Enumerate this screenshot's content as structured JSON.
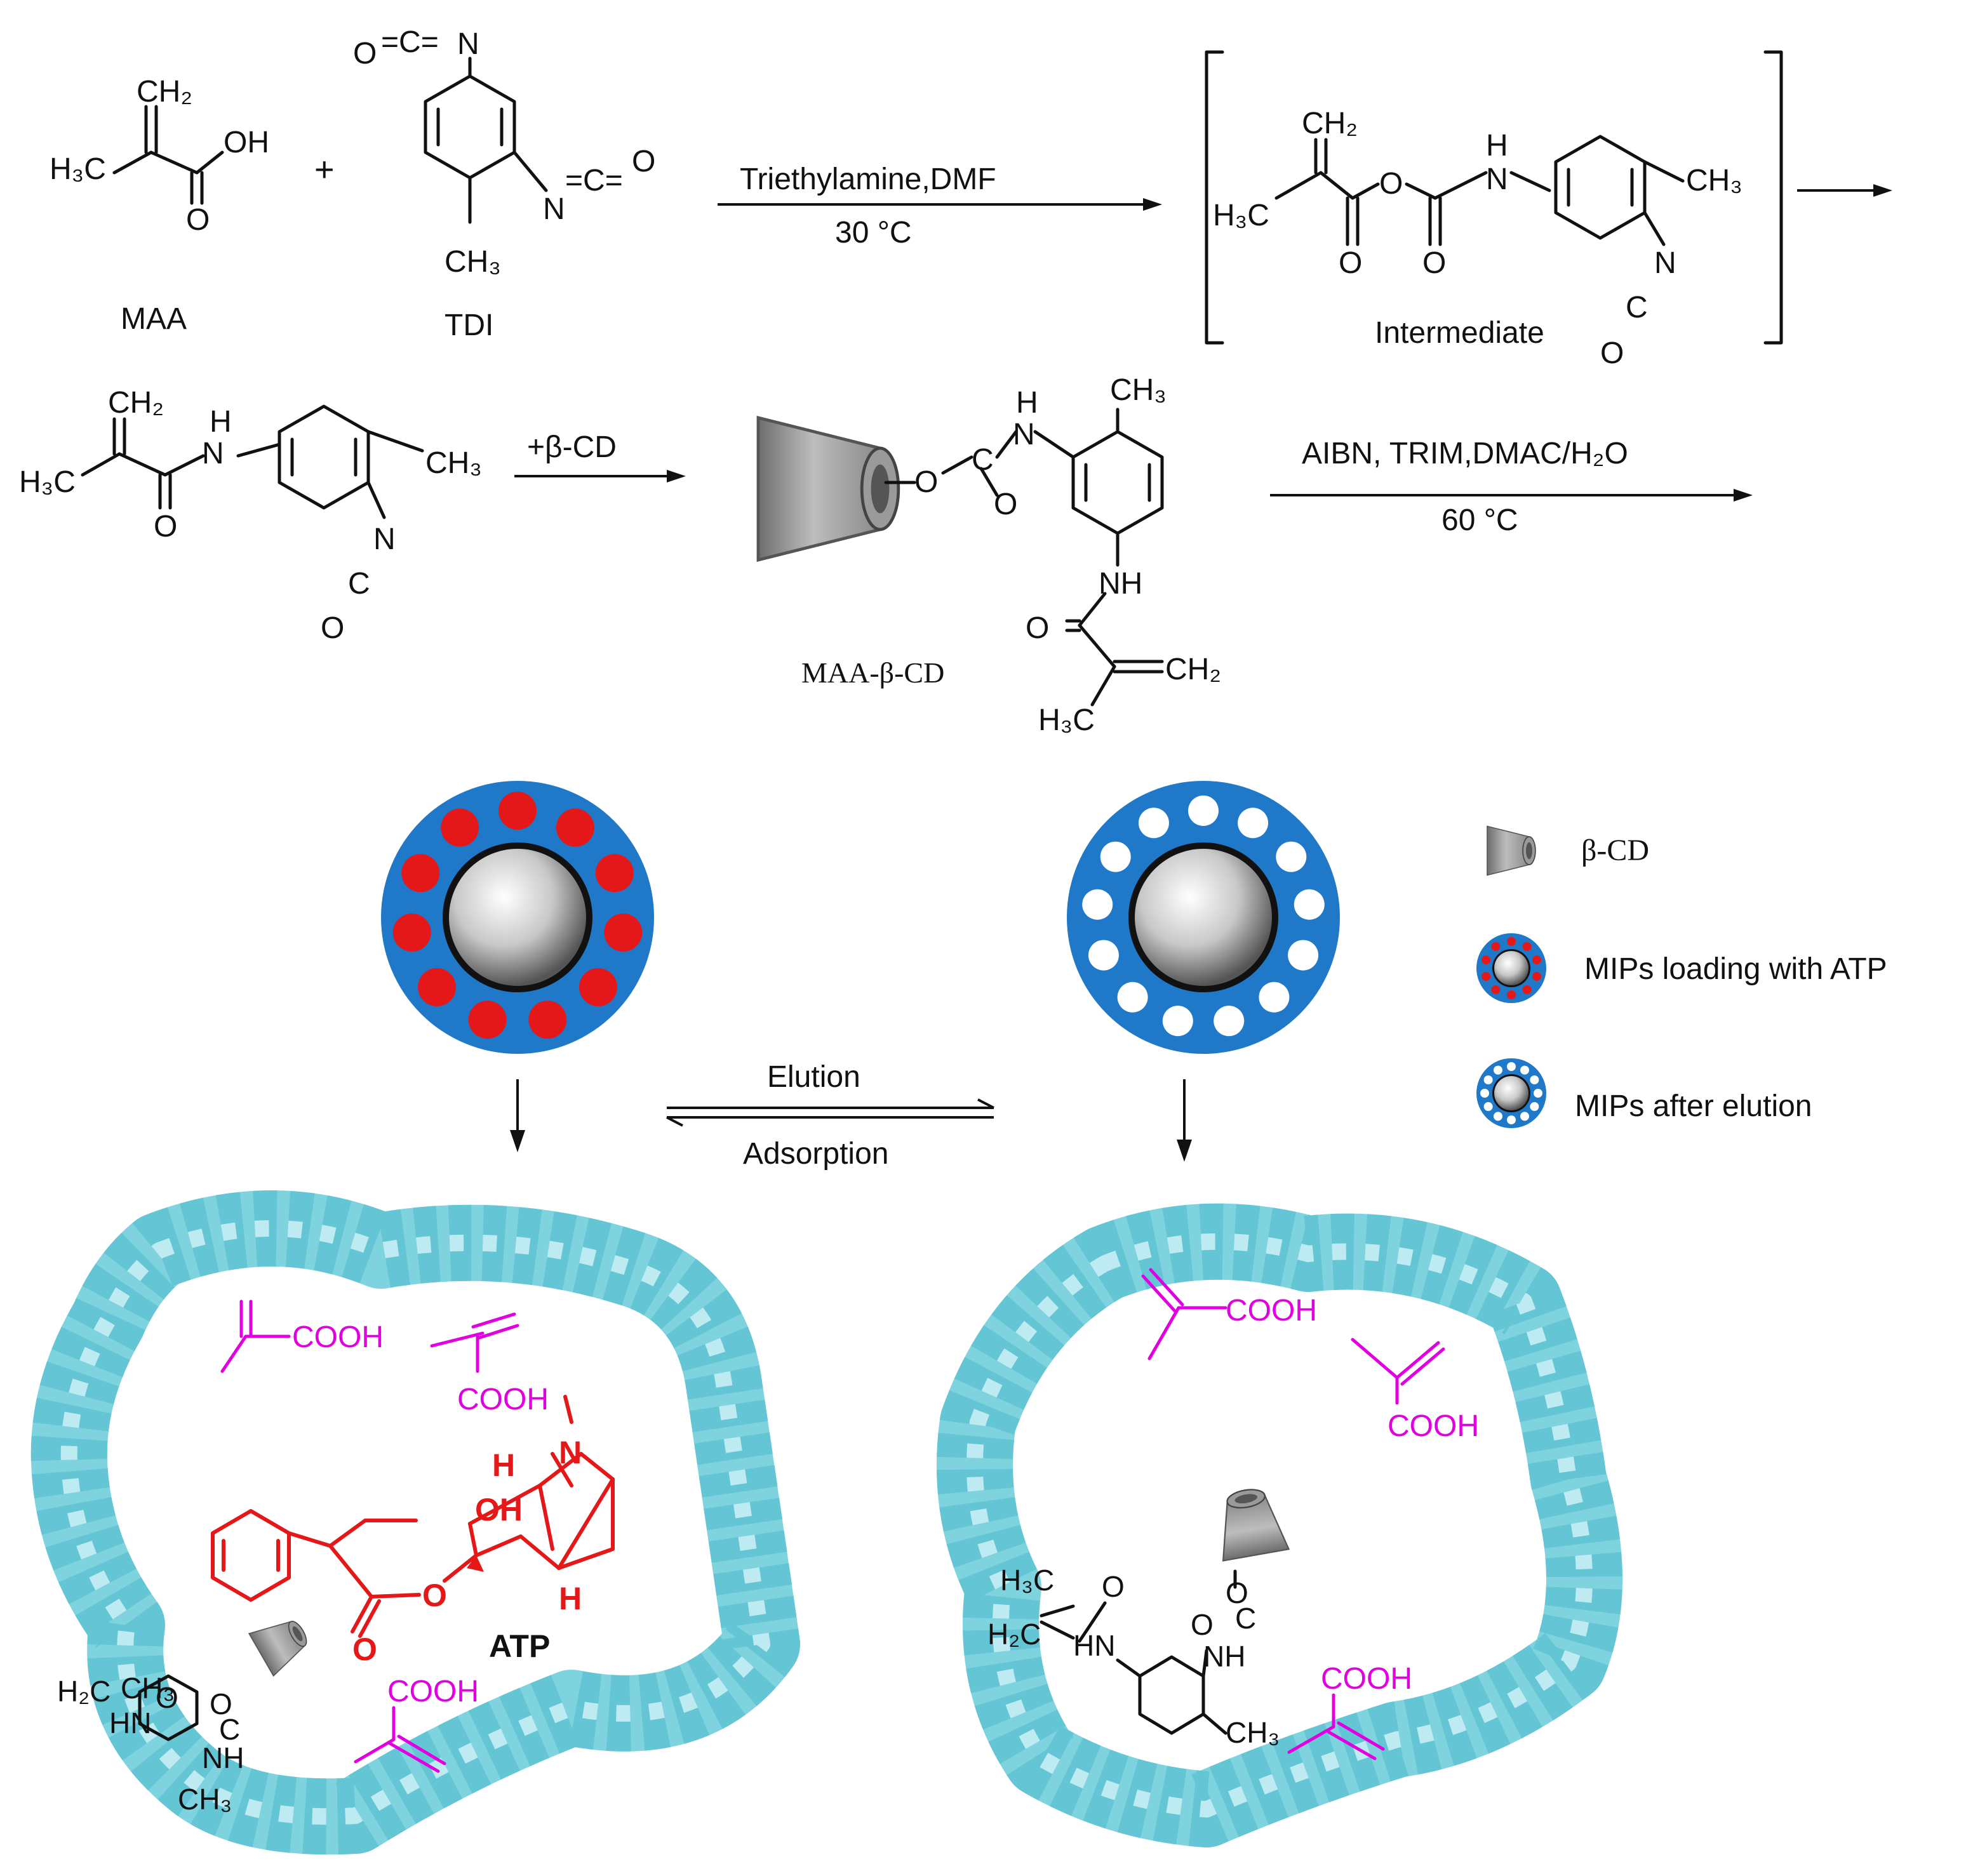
{
  "row1": {
    "maa_label": "MAA",
    "tdi_label": "TDI",
    "plus": "+",
    "arrow1_top": "Triethylamine,DMF",
    "arrow1_bottom": "30 °C",
    "intermediate_label": "Intermediate"
  },
  "row2": {
    "arrow2_top": "+β-CD",
    "product_label": "MAA-β-CD",
    "arrow3_top": "AIBN, TRIM,DMAC/H₂O",
    "arrow3_bottom": "60 °C"
  },
  "atoms": {
    "ch2": "CH₂",
    "h3c": "H₃C",
    "h2c": "H₂C",
    "ch3": "CH₃",
    "oh": "OH",
    "o": "O",
    "n": "N",
    "nh": "NH",
    "hn": "HN",
    "h": "H",
    "c": "C",
    "cooh": "COOH",
    "eq_c": "=C="
  },
  "middle": {
    "elution": "Elution",
    "adsorption": "Adsorption"
  },
  "legend": {
    "bcd": "β-CD",
    "loaded": "MIPs loading with ATP",
    "eluted": "MIPs after elution"
  },
  "bottom": {
    "atp_label": "ATP"
  },
  "colors": {
    "shell_blue": "#1f78c8",
    "atp_red": "#e41818",
    "monomer_magenta": "#e000e0",
    "pore_cyan": "#7fd3df"
  }
}
